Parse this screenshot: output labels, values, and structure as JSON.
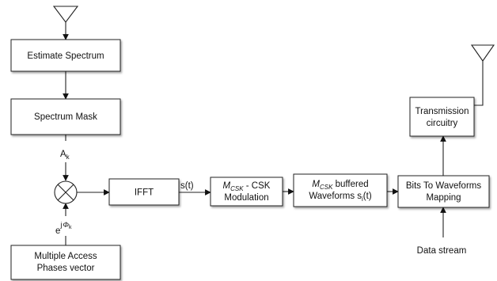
{
  "blocks": {
    "estimate_spectrum": "Estimate Spectrum",
    "spectrum_mask": "Spectrum Mask",
    "multiple_access": [
      "Multiple Access",
      "Phases vector"
    ],
    "ifft": "IFFT",
    "csk_mod": {
      "M": "M",
      "sub": "CSK",
      "rest": " - CSK",
      "line2": "Modulation"
    },
    "buffered": {
      "M": "M",
      "sub": "CSK",
      "rest": " buffered",
      "line2_main": "Waveforms s",
      "line2_sub": "i",
      "line2_tail": "(t)"
    },
    "bits_to_waveforms": [
      "Bits To Waveforms",
      "Mapping"
    ],
    "transmission": [
      "Transmission",
      "circuitry"
    ]
  },
  "signals": {
    "ak_main": "A",
    "ak_sub": "k",
    "phase_base": "e",
    "phase_sup_j": "j",
    "phase_sup_phi": "Φ",
    "phase_sup_k": "k",
    "st": "s(t)",
    "data_stream": "Data stream"
  }
}
